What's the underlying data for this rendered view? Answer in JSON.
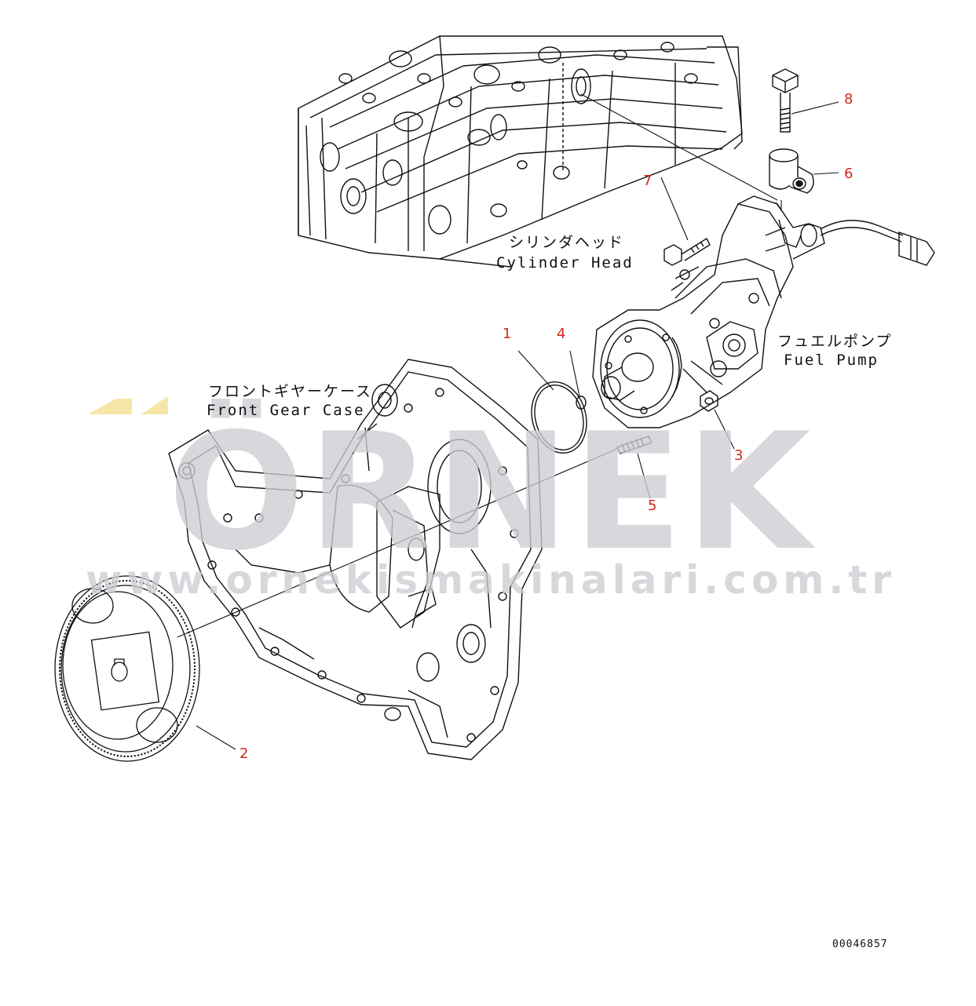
{
  "watermark": {
    "brand": "ÖRNEK",
    "url": "www.ornekismakinalari.com.tr",
    "color": "#cdcdd3",
    "accent": "#f5e6a8"
  },
  "labels": {
    "cylinder_head_jp": "シリンダヘッド",
    "cylinder_head_en": "Cylinder Head",
    "fuel_pump_jp": "フュエルポンプ",
    "fuel_pump_en": "Fuel Pump",
    "front_gear_case_jp": "フロントギヤーケース",
    "front_gear_case_en": "Front Gear Case"
  },
  "callouts": [
    "1",
    "2",
    "3",
    "4",
    "5",
    "6",
    "7",
    "8"
  ],
  "drawing_number": "00046857",
  "colors": {
    "callout": "#d0281e",
    "line": "#111111"
  }
}
